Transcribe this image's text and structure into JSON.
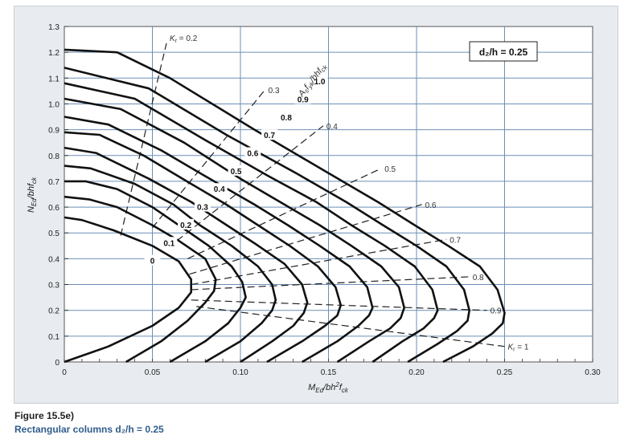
{
  "figure": {
    "title": "Figure 15.5e)",
    "subtitle": "Rectangular columns d₂/h = 0.25"
  },
  "chart_data": {
    "type": "line",
    "xlabel": "M_Ed/bh²f_ck",
    "ylabel": "N_Ed/bhf_ck",
    "xlim": [
      0,
      0.3
    ],
    "ylim": [
      0,
      1.3
    ],
    "xticks": [
      "0",
      "0.05",
      "0.10",
      "0.15",
      "0.20",
      "0.25",
      "0.30"
    ],
    "yticks": [
      "0",
      "0.1",
      "0.2",
      "0.3",
      "0.4",
      "0.5",
      "0.6",
      "0.7",
      "0.8",
      "0.9",
      "1.0",
      "1.1",
      "1.2",
      "1.3"
    ],
    "grid": true,
    "legend_box": "d₂/h = 0.25",
    "family_label": "A_s f_yk/bhf_ck",
    "series": [
      {
        "name": "0",
        "x": [
          0,
          0.025,
          0.05,
          0.065,
          0.072,
          0.072,
          0.065,
          0.05,
          0.028,
          0.01,
          0
        ],
        "y": [
          0,
          0.06,
          0.14,
          0.21,
          0.27,
          0.32,
          0.39,
          0.45,
          0.51,
          0.55,
          0.56
        ]
      },
      {
        "name": "0.1",
        "x": [
          0.035,
          0.055,
          0.07,
          0.08,
          0.085,
          0.086,
          0.08,
          0.065,
          0.05,
          0.03,
          0.014,
          0
        ],
        "y": [
          0,
          0.08,
          0.16,
          0.23,
          0.275,
          0.32,
          0.4,
          0.47,
          0.53,
          0.6,
          0.63,
          0.64
        ]
      },
      {
        "name": "0.2",
        "x": [
          0.06,
          0.08,
          0.093,
          0.1,
          0.103,
          0.101,
          0.095,
          0.082,
          0.065,
          0.05,
          0.03,
          0.012,
          0
        ],
        "y": [
          0,
          0.08,
          0.15,
          0.21,
          0.25,
          0.31,
          0.37,
          0.45,
          0.53,
          0.6,
          0.67,
          0.7,
          0.7
        ]
      },
      {
        "name": "0.3",
        "x": [
          0.08,
          0.1,
          0.112,
          0.118,
          0.12,
          0.118,
          0.11,
          0.095,
          0.077,
          0.062,
          0.04,
          0.015,
          0
        ],
        "y": [
          0,
          0.08,
          0.15,
          0.2,
          0.24,
          0.3,
          0.37,
          0.45,
          0.53,
          0.61,
          0.69,
          0.75,
          0.76
        ]
      },
      {
        "name": "0.4",
        "x": [
          0.1,
          0.118,
          0.13,
          0.136,
          0.138,
          0.135,
          0.125,
          0.108,
          0.09,
          0.072,
          0.048,
          0.018,
          0
        ],
        "y": [
          0,
          0.08,
          0.14,
          0.19,
          0.23,
          0.3,
          0.38,
          0.46,
          0.54,
          0.62,
          0.71,
          0.81,
          0.83
        ]
      },
      {
        "name": "0.5",
        "x": [
          0.115,
          0.135,
          0.148,
          0.155,
          0.157,
          0.154,
          0.144,
          0.128,
          0.11,
          0.092,
          0.072,
          0.045,
          0.02,
          0
        ],
        "y": [
          0,
          0.08,
          0.14,
          0.18,
          0.22,
          0.29,
          0.37,
          0.45,
          0.53,
          0.61,
          0.69,
          0.8,
          0.88,
          0.89
        ]
      },
      {
        "name": "0.6",
        "x": [
          0.135,
          0.155,
          0.167,
          0.173,
          0.175,
          0.172,
          0.162,
          0.145,
          0.127,
          0.108,
          0.085,
          0.055,
          0.025,
          0
        ],
        "y": [
          0,
          0.08,
          0.14,
          0.18,
          0.21,
          0.29,
          0.37,
          0.45,
          0.53,
          0.61,
          0.7,
          0.82,
          0.92,
          0.95
        ]
      },
      {
        "name": "0.7",
        "x": [
          0.155,
          0.173,
          0.185,
          0.191,
          0.193,
          0.19,
          0.18,
          0.163,
          0.145,
          0.125,
          0.1,
          0.068,
          0.032,
          0
        ],
        "y": [
          0,
          0.08,
          0.13,
          0.17,
          0.21,
          0.29,
          0.37,
          0.45,
          0.53,
          0.61,
          0.71,
          0.85,
          0.98,
          1.02
        ]
      },
      {
        "name": "0.8",
        "x": [
          0.175,
          0.192,
          0.204,
          0.21,
          0.212,
          0.209,
          0.199,
          0.182,
          0.163,
          0.143,
          0.116,
          0.08,
          0.04,
          0
        ],
        "y": [
          0,
          0.08,
          0.13,
          0.17,
          0.2,
          0.28,
          0.37,
          0.45,
          0.53,
          0.62,
          0.72,
          0.86,
          1.02,
          1.08
        ]
      },
      {
        "name": "0.9",
        "x": [
          0.195,
          0.212,
          0.223,
          0.229,
          0.23,
          0.227,
          0.217,
          0.2,
          0.181,
          0.16,
          0.132,
          0.092,
          0.048,
          0
        ],
        "y": [
          0,
          0.07,
          0.12,
          0.16,
          0.2,
          0.28,
          0.37,
          0.45,
          0.53,
          0.62,
          0.73,
          0.88,
          1.06,
          1.14
        ]
      },
      {
        "name": "1.0",
        "x": [
          0.215,
          0.232,
          0.243,
          0.249,
          0.25,
          0.246,
          0.236,
          0.218,
          0.199,
          0.178,
          0.148,
          0.108,
          0.06,
          0.03,
          0
        ],
        "y": [
          0,
          0.06,
          0.11,
          0.15,
          0.19,
          0.28,
          0.37,
          0.45,
          0.53,
          0.62,
          0.74,
          0.9,
          1.1,
          1.2,
          1.21
        ]
      }
    ],
    "kr_lines": [
      {
        "label": "K_r = 0.2",
        "x": [
          0.032,
          0.058
        ],
        "y": [
          0.49,
          1.235
        ]
      },
      {
        "label": "0.3",
        "x": [
          0.05,
          0.114
        ],
        "y": [
          0.52,
          1.055
        ]
      },
      {
        "label": "0.4",
        "x": [
          0.064,
          0.147
        ],
        "y": [
          0.47,
          0.915
        ]
      },
      {
        "label": "0.5",
        "x": [
          0.07,
          0.18
        ],
        "y": [
          0.4,
          0.75
        ]
      },
      {
        "label": "0.6",
        "x": [
          0.071,
          0.203
        ],
        "y": [
          0.34,
          0.61
        ]
      },
      {
        "label": "0.7",
        "x": [
          0.072,
          0.217
        ],
        "y": [
          0.3,
          0.475
        ]
      },
      {
        "label": "0.8",
        "x": [
          0.072,
          0.23
        ],
        "y": [
          0.28,
          0.33
        ]
      },
      {
        "label": "0.9",
        "x": [
          0.072,
          0.24
        ],
        "y": [
          0.24,
          0.2
        ]
      },
      {
        "label": "K_r = 1",
        "x": [
          0.075,
          0.25
        ],
        "y": [
          0.215,
          0.06
        ]
      }
    ]
  }
}
